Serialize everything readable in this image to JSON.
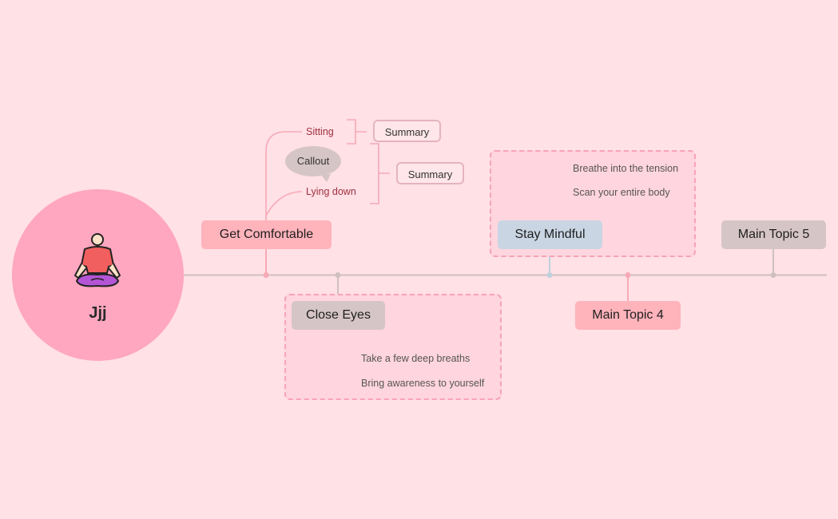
{
  "mindmap": {
    "root": {
      "title": "Jjj",
      "icon": "meditation-person-icon"
    },
    "topics": {
      "get_comfortable": {
        "label": "Get Comfortable",
        "children": [
          "Sitting",
          "Lying down"
        ],
        "callout": "Callout",
        "summaries": [
          "Summary",
          "Summary"
        ]
      },
      "close_eyes": {
        "label": "Close Eyes",
        "children": [
          "Take a few deep breaths",
          "Bring awareness to yourself"
        ]
      },
      "stay_mindful": {
        "label": "Stay Mindful",
        "children": [
          "Breathe into the tension",
          "Scan your entire body"
        ]
      },
      "main_topic_4": {
        "label": "Main Topic 4"
      },
      "main_topic_5": {
        "label": "Main Topic 5"
      }
    }
  },
  "colors": {
    "background": "#ffe1e6",
    "root": "#ffa6c0",
    "pink_topic": "#ffb3bb",
    "grey_topic": "#d6c5c6",
    "blue_topic": "#c9d5e2",
    "boundary_fill": "#ffd5df",
    "boundary_border": "#f7a2b8",
    "line_pink": "#f7a9b5",
    "line_grey": "#cfc0c0",
    "line_blue": "#c0d0de"
  }
}
